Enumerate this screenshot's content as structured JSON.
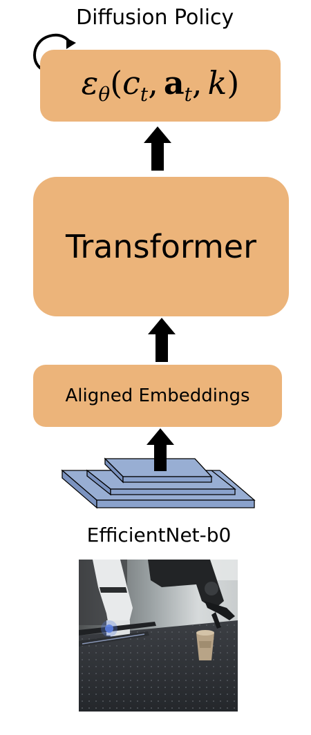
{
  "diffusion_policy": {
    "title": "Diffusion Policy",
    "formula": {
      "epsilon": "ε",
      "theta": "θ",
      "open_paren": "(",
      "c": "c",
      "t1": "t",
      "comma1": ",",
      "a": "a",
      "t2": "t",
      "comma2": ",",
      "k": "k",
      "close_paren": ")"
    }
  },
  "transformer": {
    "label": "Transformer"
  },
  "aligned_embeddings": {
    "label": "Aligned Embeddings"
  },
  "encoder": {
    "label": "EfficientNet-b0"
  },
  "colors": {
    "box_fill": "#ecb47a",
    "layer_fill": "#98aed3",
    "arrow": "#000000"
  },
  "icons": [
    "loop-arrow-icon",
    "up-arrow-icon"
  ]
}
